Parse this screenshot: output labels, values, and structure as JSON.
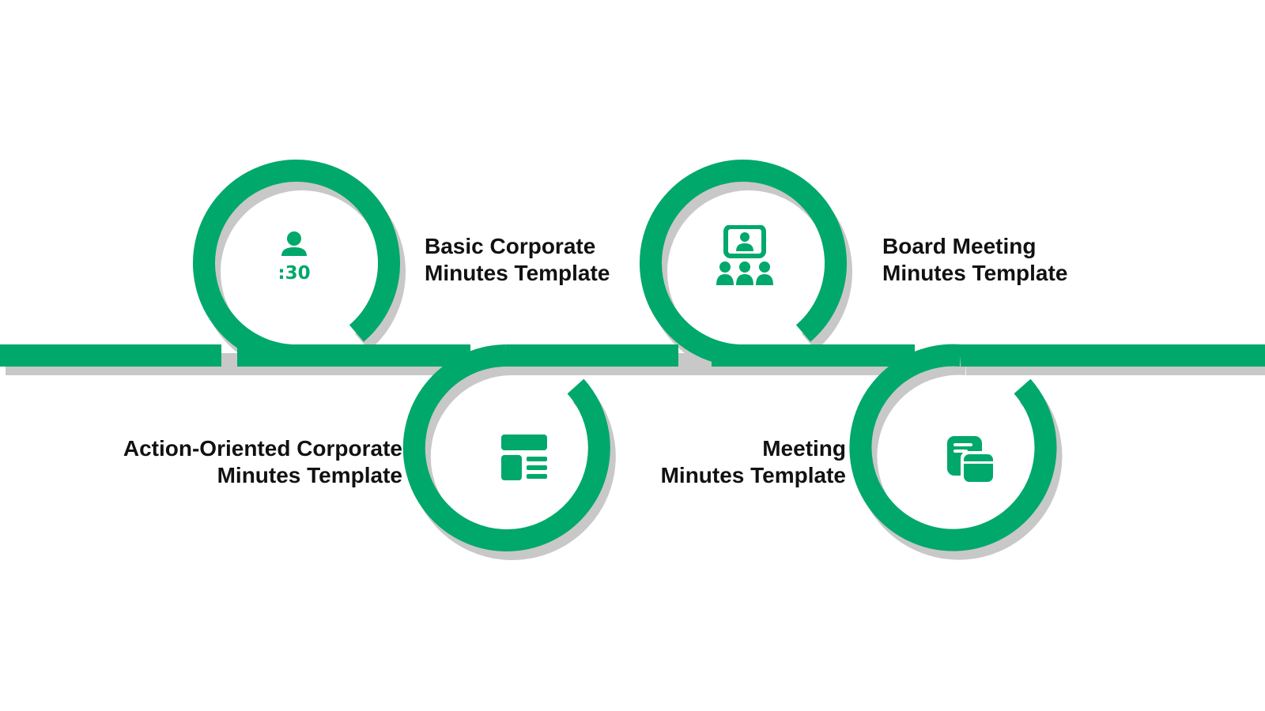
{
  "colors": {
    "accent": "#00a86b",
    "text": "#111111",
    "shadow": "#c8c8c8",
    "background": "#ffffff"
  },
  "steps": [
    {
      "line1": "Basic Corporate",
      "line2": "Minutes Template",
      "icon": "person-timer-icon",
      "icon_text": ":30"
    },
    {
      "line1": "Board Meeting",
      "line2": "Minutes Template",
      "icon": "video-conference-icon"
    },
    {
      "line1": "Action-Oriented Corporate",
      "line2": "Minutes Template",
      "icon": "layout-list-icon"
    },
    {
      "line1": "Meeting",
      "line2": "Minutes Template",
      "icon": "stacked-cards-icon"
    }
  ]
}
